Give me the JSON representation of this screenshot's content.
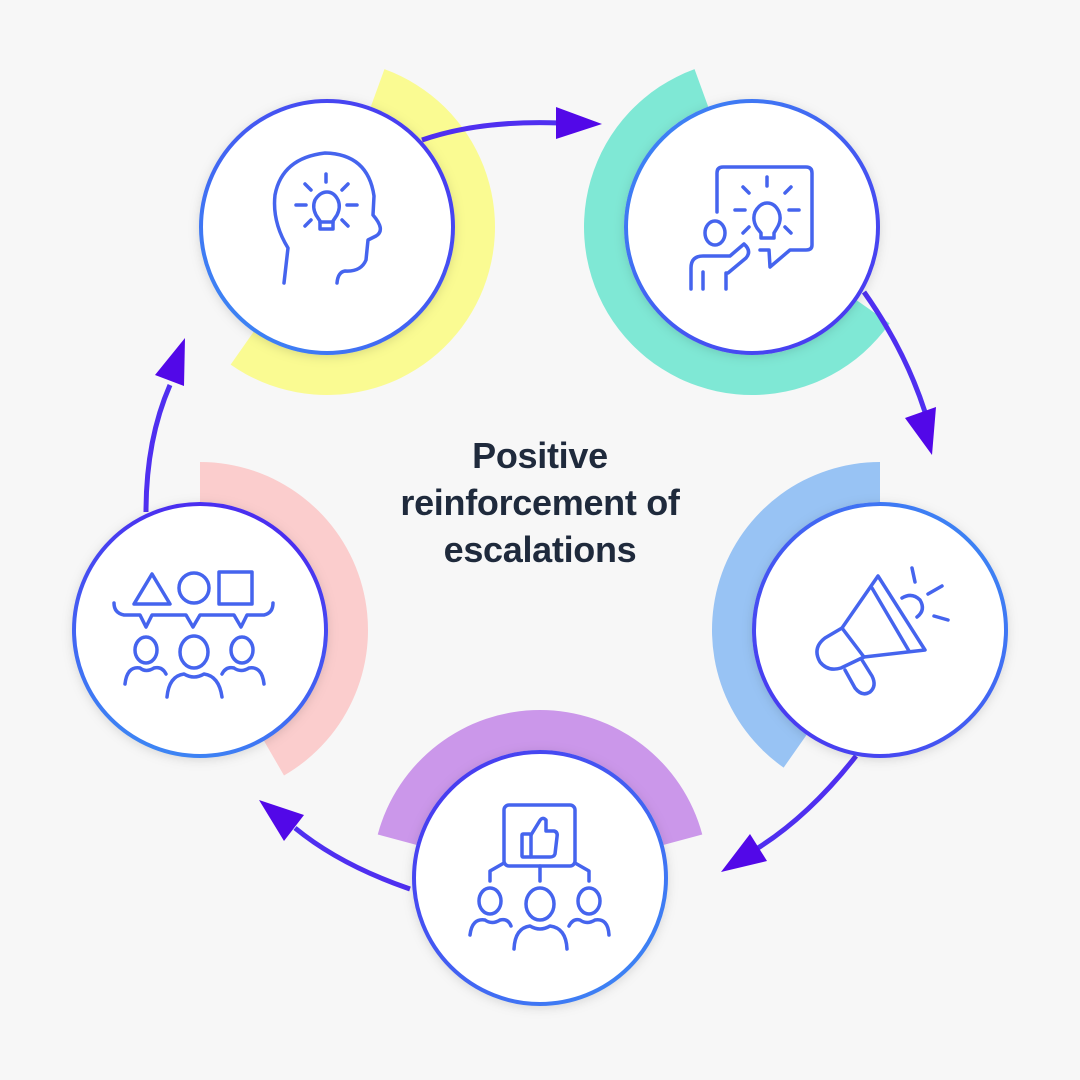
{
  "title": {
    "lines": [
      "Positive",
      "reinforcement of",
      "escalations"
    ]
  },
  "colors": {
    "background": "#f7f7f7",
    "arrow": "#5208e8",
    "arrow_line": "#4f2ff0",
    "ring_gradient_start": "#3b8ff5",
    "ring_gradient_end": "#4a2ff0",
    "icon_stroke": "#4564ee",
    "title_text": "#1f2a3c"
  },
  "steps": [
    {
      "name": "idea-thinking",
      "icon": "head-lightbulb-icon",
      "arc_color": "#fafb92"
    },
    {
      "name": "presenting-idea",
      "icon": "presenter-lightbulb-icon",
      "arc_color": "#7fe8d5"
    },
    {
      "name": "announcement",
      "icon": "megaphone-icon",
      "arc_color": "#98c3f4"
    },
    {
      "name": "team-approval",
      "icon": "team-thumbs-up-icon",
      "arc_color": "#cb97ea"
    },
    {
      "name": "group-ideas",
      "icon": "group-shapes-icon",
      "arc_color": "#fbcdcd"
    }
  ]
}
